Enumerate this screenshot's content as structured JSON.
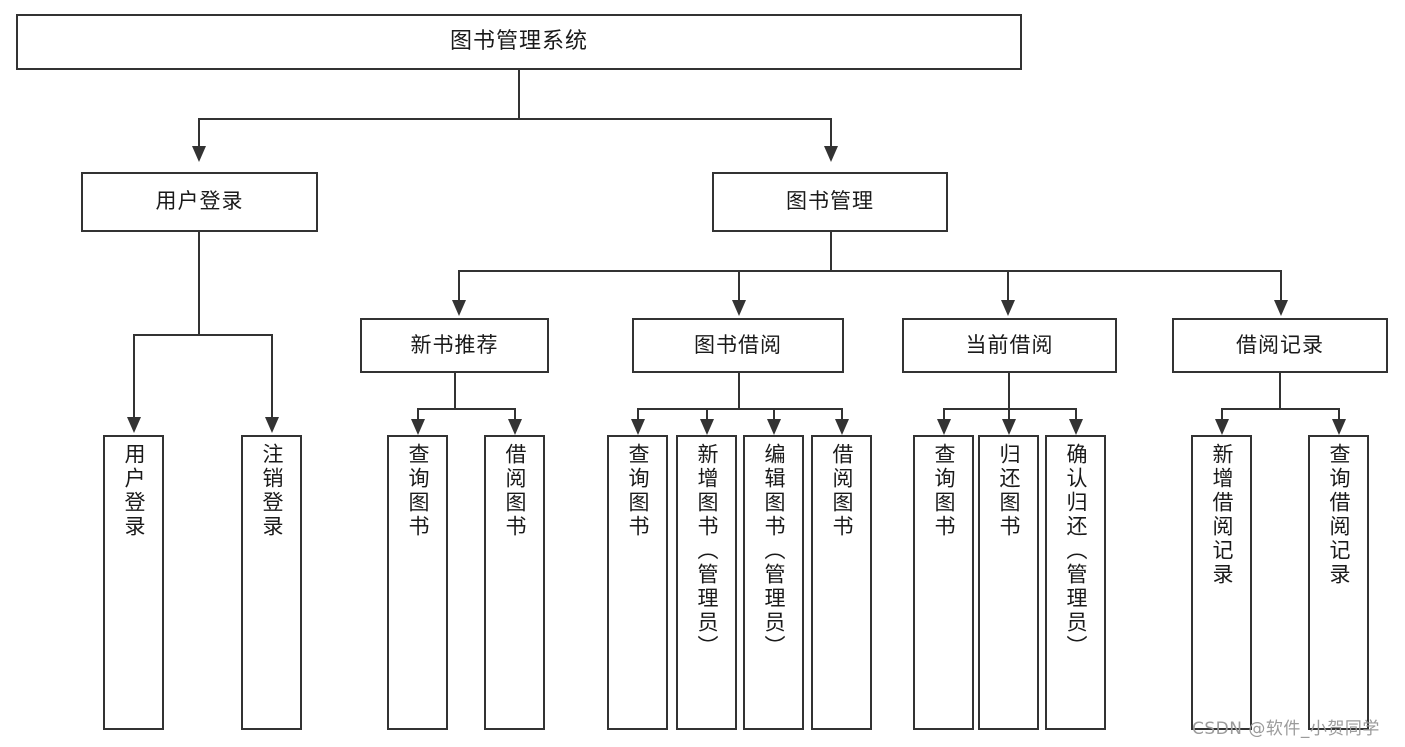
{
  "diagram": {
    "title": "图书管理系统",
    "type": "tree-hierarchy-chart",
    "root": {
      "label": "图书管理系统"
    },
    "level2": [
      {
        "id": "user-login",
        "label": "用户登录"
      },
      {
        "id": "book-management",
        "label": "图书管理"
      }
    ],
    "level3": [
      {
        "id": "new-book-recommend",
        "label": "新书推荐"
      },
      {
        "id": "book-borrow",
        "label": "图书借阅"
      },
      {
        "id": "current-borrow",
        "label": "当前借阅"
      },
      {
        "id": "borrow-record",
        "label": "借阅记录"
      }
    ],
    "leaves": {
      "user_login": [
        {
          "id": "leaf-user-login",
          "label": "用户登录"
        },
        {
          "id": "leaf-logout-login",
          "label": "注销登录"
        }
      ],
      "new_book_recommend": [
        {
          "id": "leaf-query-book-1",
          "label": "查询图书"
        },
        {
          "id": "leaf-borrow-book-1",
          "label": "借阅图书"
        }
      ],
      "book_borrow": [
        {
          "id": "leaf-query-book-2",
          "label": "查询图书"
        },
        {
          "id": "leaf-add-book",
          "label": "新增图书（管理员）"
        },
        {
          "id": "leaf-edit-book",
          "label": "编辑图书（管理员）"
        },
        {
          "id": "leaf-borrow-book-2",
          "label": "借阅图书"
        }
      ],
      "current_borrow": [
        {
          "id": "leaf-query-book-3",
          "label": "查询图书"
        },
        {
          "id": "leaf-return-book",
          "label": "归还图书"
        },
        {
          "id": "leaf-confirm-return",
          "label": "确认归还（管理员）"
        }
      ],
      "borrow_record": [
        {
          "id": "leaf-add-record",
          "label": "新增借阅记录"
        },
        {
          "id": "leaf-query-record",
          "label": "查询借阅记录"
        }
      ]
    }
  },
  "watermark": {
    "text": "CSDN @软件_小贺同学"
  },
  "colors": {
    "stroke": "#333333",
    "background": "#ffffff",
    "text": "#1a1a1a",
    "watermark": "#9b9b9b"
  }
}
